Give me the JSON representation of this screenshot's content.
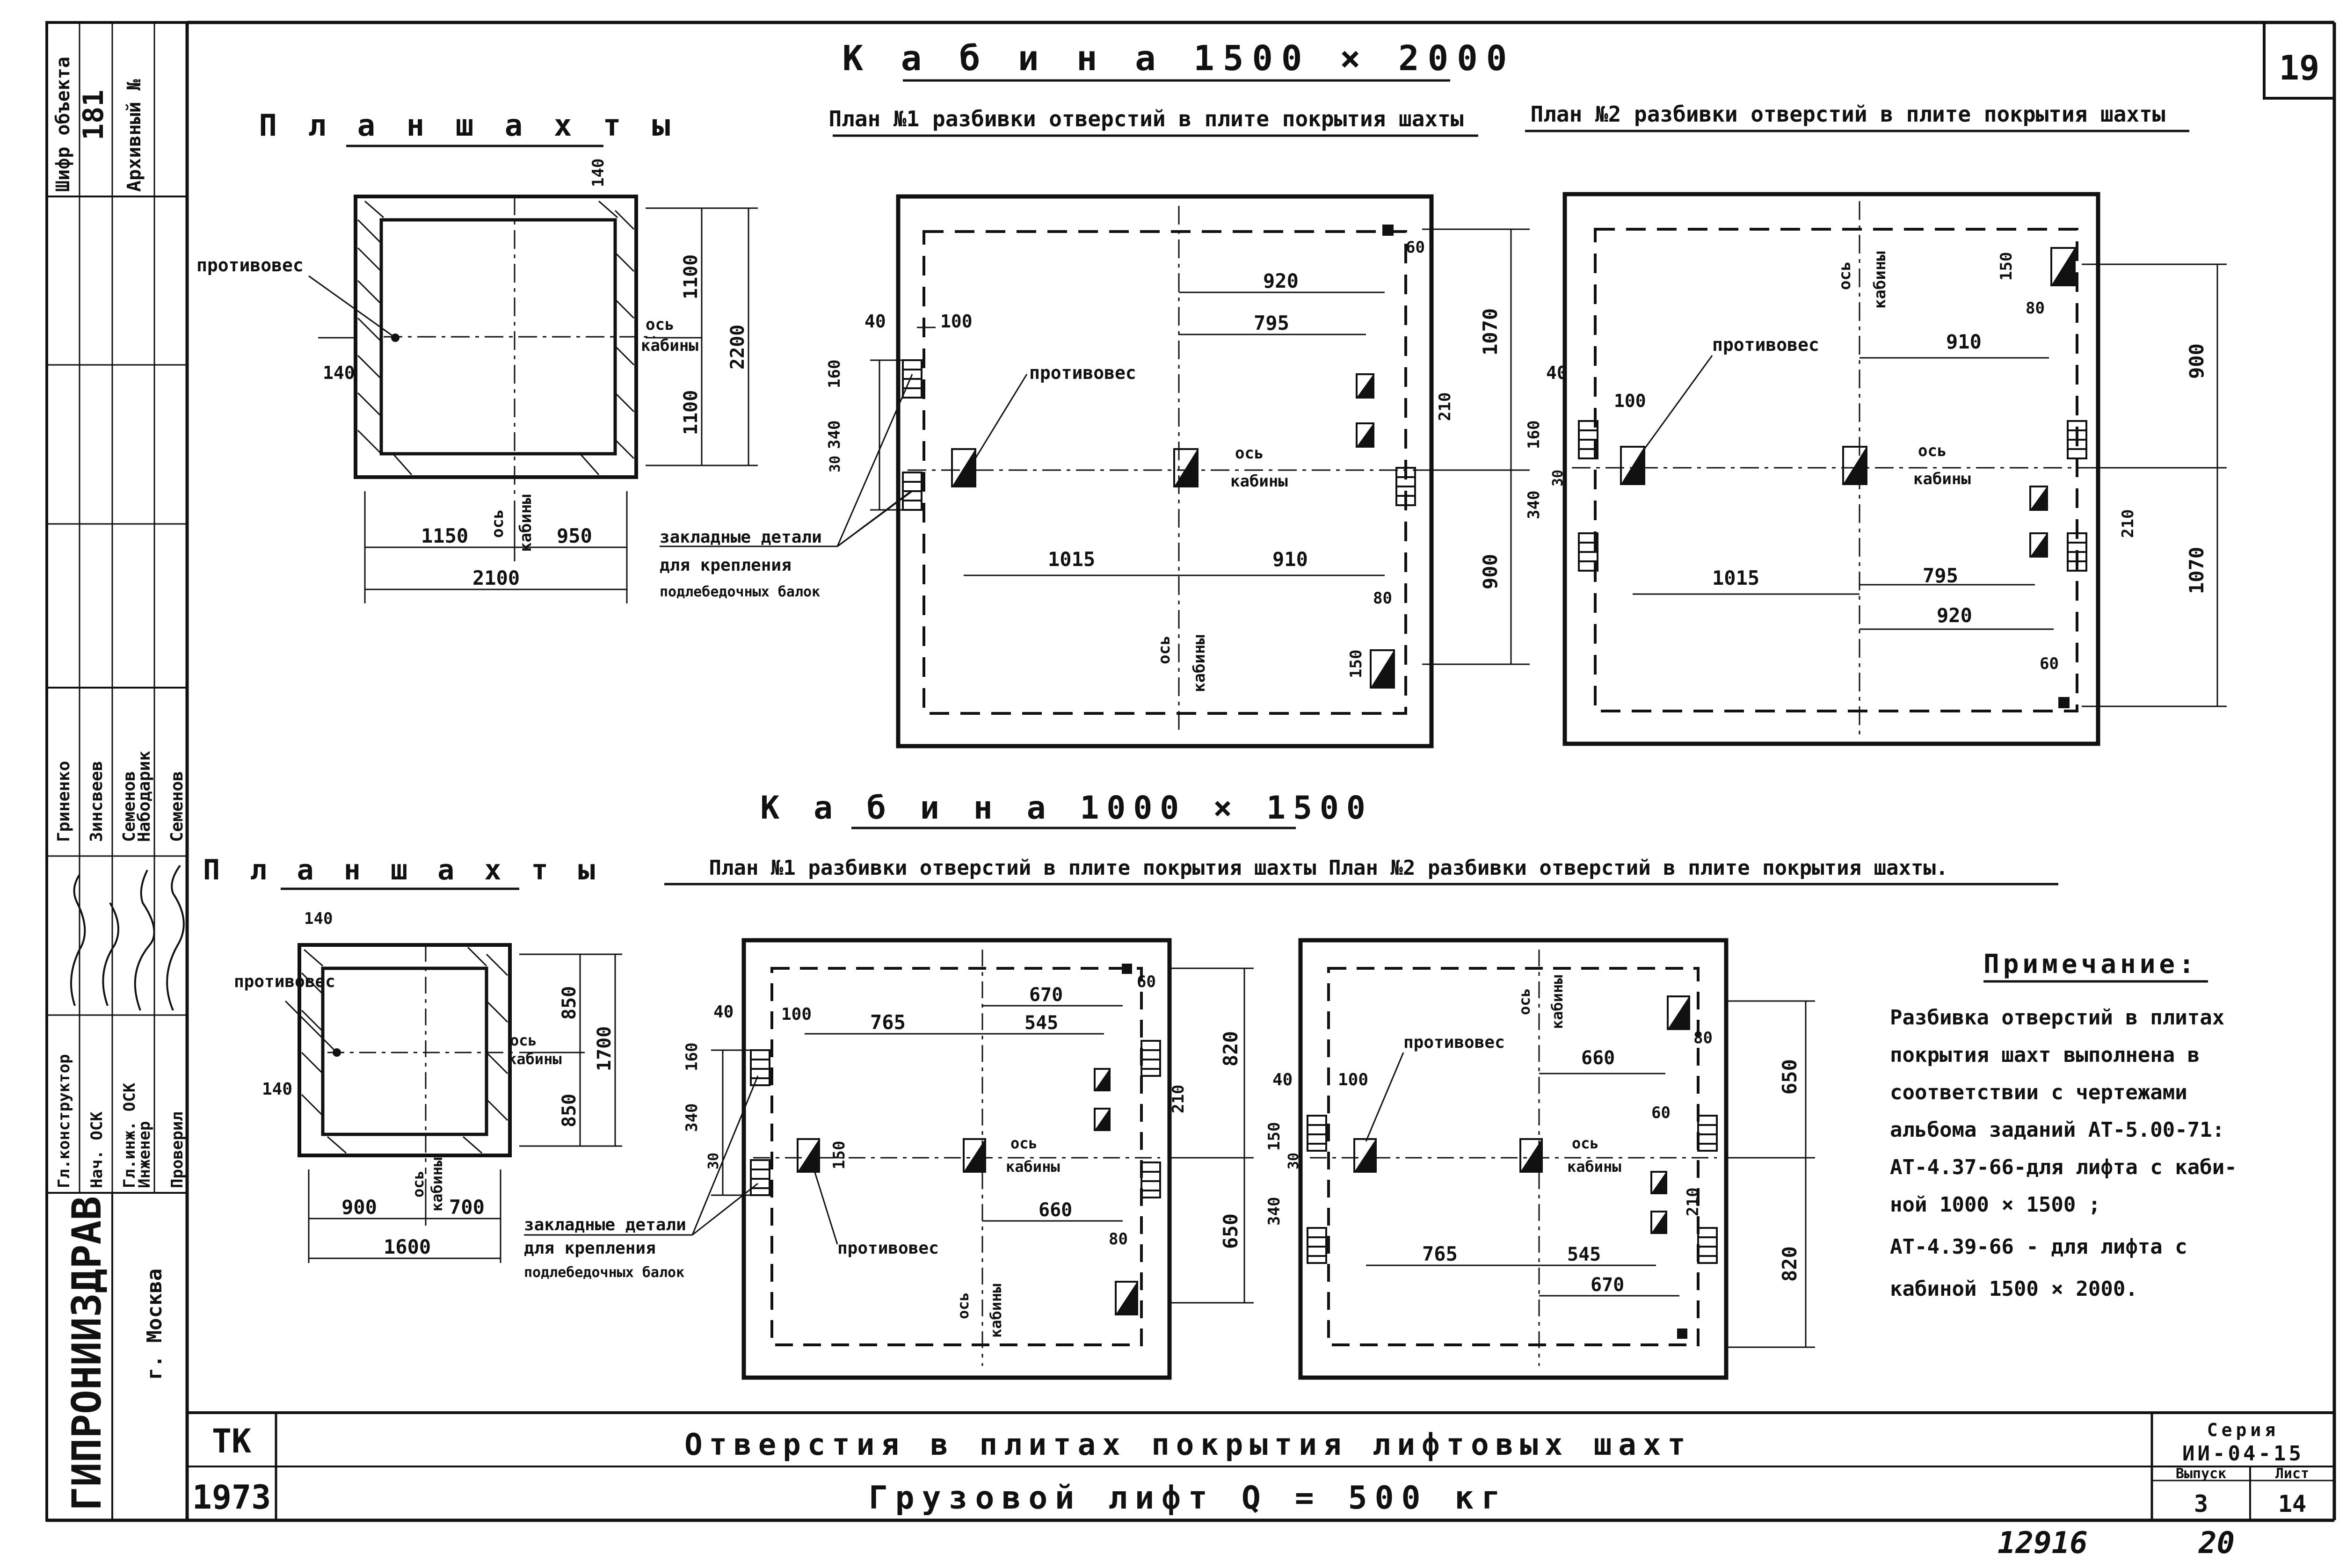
{
  "sheet_number": "19",
  "footer": {
    "left": "12916",
    "right": "20"
  },
  "top": {
    "cabin_title": "К а б и н а   1500 × 2000",
    "shaft_plan_title": "П л а н   ш а х т ы",
    "plan1_title": "План №1 разбивки отверстий в плите покрытия шахты",
    "plan2_title": "План №2 разбивки отверстий в плите покрытия шахты"
  },
  "bottom": {
    "cabin_title": "К а б и н а   1000 × 1500",
    "shaft_plan_title": "П л а н   ш а х т ы",
    "plans_title": "План №1 разбивки отверстий в плите покрытия шахты  План №2 разбивки отверстий в плите покрытия шахты."
  },
  "labels": {
    "counterweight": "противовес",
    "cabin_axis_1": "ось",
    "cabin_axis_2": "кабины",
    "embedded_1": "закладные детали",
    "embedded_2": "для крепления",
    "embedded_3": "подлебедочных балок"
  },
  "dims_top_shaft": {
    "d140a": "140",
    "d140b": "140",
    "d1100a": "1100",
    "d1100b": "1100",
    "d2200": "2200",
    "d1150": "1150",
    "d950": "950",
    "d2100": "2100"
  },
  "dims_top_p1": {
    "d920": "920",
    "d795": "795",
    "d40": "40",
    "d100": "100",
    "d160": "160",
    "d340": "340",
    "d30": "30",
    "d1015": "1015",
    "d910": "910",
    "d1070": "1070",
    "d900": "900",
    "d60": "60",
    "d150": "150",
    "d210": "210",
    "d80": "80"
  },
  "dims_top_p2": {
    "d910": "910",
    "d900": "900",
    "d1015": "1015",
    "d795": "795",
    "d920": "920",
    "d1070": "1070",
    "d160": "160",
    "d340": "340",
    "d30": "30",
    "d40": "40",
    "d100": "100",
    "d150": "150",
    "d210": "210",
    "d80": "80",
    "d60": "60"
  },
  "dims_bot_shaft": {
    "d140a": "140",
    "d140b": "140",
    "d850a": "850",
    "d850b": "850",
    "d1700": "1700",
    "d900": "900",
    "d700": "700",
    "d1600": "1600"
  },
  "dims_bot_p1": {
    "d765": "765",
    "d670": "670",
    "d545": "545",
    "d660": "660",
    "d820": "820",
    "d650": "650",
    "d40": "40",
    "d100": "100",
    "d160": "160",
    "d340": "340",
    "d30": "30",
    "d150": "150",
    "d210": "210",
    "d80": "80",
    "d60": "60"
  },
  "dims_bot_p2": {
    "d660": "660",
    "d650": "650",
    "d765": "765",
    "d545": "545",
    "d670": "670",
    "d820": "820",
    "d340": "340",
    "d150": "150",
    "d30": "30",
    "d210": "210",
    "d40": "40",
    "d100": "100",
    "d80": "80",
    "d60": "60"
  },
  "note": {
    "title": "Примечание:",
    "lines": [
      "Разбивка отверстий в плитах",
      "покрытия шахт выполнена в",
      "соответствии с чертежами",
      "альбома заданий АТ-5.00-71:",
      "АТ-4.37-66-для лифта с каби-",
      "ной   1000 × 1500 ;",
      "АТ-4.39-66 - для лифта с",
      "кабиной   1500 × 2000."
    ]
  },
  "titleblock": {
    "code": "ТК",
    "year": "1973",
    "title1": "Отверстия в плитах покрытия лифтовых шахт",
    "title2": "Грузовой лифт  Q = 500 кг",
    "series_label": "Серия",
    "series_value": "ИИ-04-15",
    "issue_label": "Выпуск",
    "issue_value": "3",
    "sheet_label": "Лист",
    "sheet_value": "14"
  },
  "sidebar": {
    "cipher_label": "Шифр объекта",
    "cipher_value": "181",
    "archive_label": "Архивный №",
    "org": "ГИПРОНИИЗДРАВ",
    "city": "г. Москва",
    "roles": [
      "Гл.конструктор",
      "Нач. ОСК",
      "Гл.инж. ОСК",
      "Инженер",
      "Проверил"
    ],
    "names": [
      "Гриненко",
      "Зинсвеев",
      "Семенов",
      "Набодарик",
      "Семенов"
    ]
  }
}
